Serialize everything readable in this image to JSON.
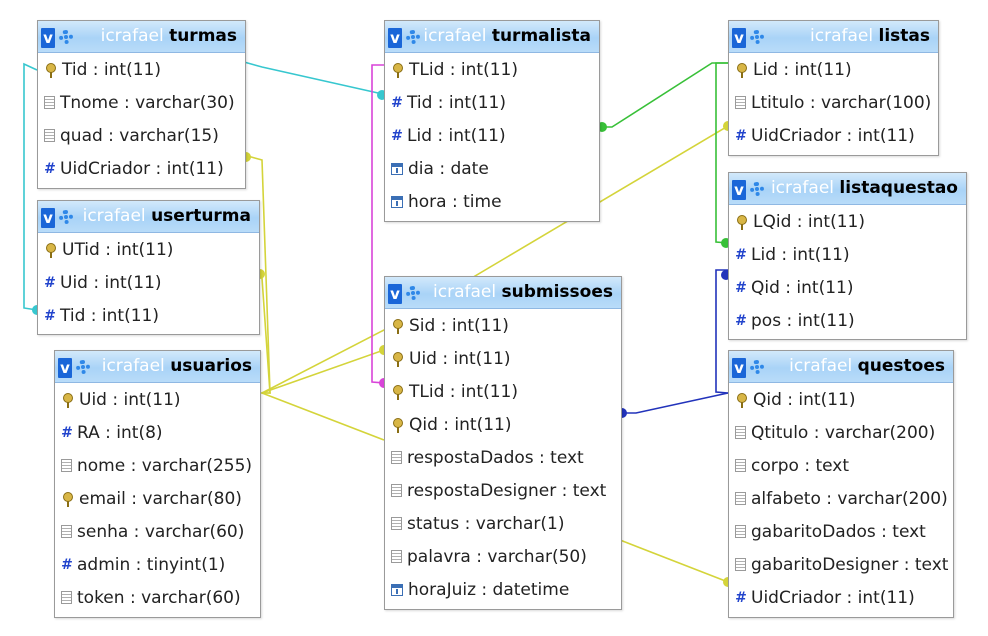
{
  "colors": {
    "cyan": "#37c7cf",
    "yellow": "#d4d43a",
    "magenta": "#d944d9",
    "green": "#38c038",
    "navy": "#2233bb"
  },
  "icons": {
    "primary": "key-icon",
    "numeric": "hash-icon",
    "text": "text-field-icon",
    "date": "calendar-icon"
  },
  "tables": [
    {
      "id": "turmas",
      "db": "icrafael",
      "name": "turmas",
      "columns": [
        {
          "icon": "key",
          "text": "Tid : int(11)"
        },
        {
          "icon": "txt",
          "text": "Tnome : varchar(30)"
        },
        {
          "icon": "txt",
          "text": "quad : varchar(15)"
        },
        {
          "icon": "num",
          "text": "UidCriador : int(11)"
        }
      ]
    },
    {
      "id": "userturma",
      "db": "icrafael",
      "name": "userturma",
      "columns": [
        {
          "icon": "key",
          "text": "UTid : int(11)"
        },
        {
          "icon": "num",
          "text": "Uid : int(11)"
        },
        {
          "icon": "num",
          "text": "Tid : int(11)"
        }
      ]
    },
    {
      "id": "usuarios",
      "db": "icrafael",
      "name": "usuarios",
      "columns": [
        {
          "icon": "key",
          "text": "Uid : int(11)"
        },
        {
          "icon": "num",
          "text": "RA : int(8)"
        },
        {
          "icon": "txt",
          "text": "nome : varchar(255)"
        },
        {
          "icon": "key",
          "text": "email : varchar(80)"
        },
        {
          "icon": "txt",
          "text": "senha : varchar(60)"
        },
        {
          "icon": "num",
          "text": "admin : tinyint(1)"
        },
        {
          "icon": "txt",
          "text": "token : varchar(60)"
        }
      ]
    },
    {
      "id": "turmalista",
      "db": "icrafael",
      "name": "turmalista",
      "columns": [
        {
          "icon": "key",
          "text": "TLid : int(11)"
        },
        {
          "icon": "num",
          "text": "Tid : int(11)"
        },
        {
          "icon": "num",
          "text": "Lid : int(11)"
        },
        {
          "icon": "date",
          "text": "dia : date"
        },
        {
          "icon": "date",
          "text": "hora : time"
        }
      ]
    },
    {
      "id": "submissoes",
      "db": "icrafael",
      "name": "submissoes",
      "columns": [
        {
          "icon": "key",
          "text": "Sid : int(11)"
        },
        {
          "icon": "key",
          "text": "Uid : int(11)"
        },
        {
          "icon": "key",
          "text": "TLid : int(11)"
        },
        {
          "icon": "key",
          "text": "Qid : int(11)"
        },
        {
          "icon": "txt",
          "text": "respostaDados : text"
        },
        {
          "icon": "txt",
          "text": "respostaDesigner : text"
        },
        {
          "icon": "txt",
          "text": "status : varchar(1)"
        },
        {
          "icon": "txt",
          "text": "palavra : varchar(50)"
        },
        {
          "icon": "date",
          "text": "horaJuiz : datetime"
        }
      ]
    },
    {
      "id": "listas",
      "db": "icrafael",
      "name": "listas",
      "columns": [
        {
          "icon": "key",
          "text": "Lid : int(11)"
        },
        {
          "icon": "txt",
          "text": "Ltitulo : varchar(100)"
        },
        {
          "icon": "num",
          "text": "UidCriador : int(11)"
        }
      ]
    },
    {
      "id": "listaquestao",
      "db": "icrafael",
      "name": "listaquestao",
      "columns": [
        {
          "icon": "key",
          "text": "LQid : int(11)"
        },
        {
          "icon": "num",
          "text": "Lid : int(11)"
        },
        {
          "icon": "num",
          "text": "Qid : int(11)"
        },
        {
          "icon": "num",
          "text": "pos : int(11)"
        }
      ]
    },
    {
      "id": "questoes",
      "db": "icrafael",
      "name": "questoes",
      "columns": [
        {
          "icon": "key",
          "text": "Qid : int(11)"
        },
        {
          "icon": "txt",
          "text": "Qtitulo : varchar(200)"
        },
        {
          "icon": "txt",
          "text": "corpo : text"
        },
        {
          "icon": "txt",
          "text": "alfabeto : varchar(200)"
        },
        {
          "icon": "txt",
          "text": "gabaritoDados : text"
        },
        {
          "icon": "txt",
          "text": "gabaritoDesigner : text"
        },
        {
          "icon": "num",
          "text": "UidCriador : int(11)"
        }
      ]
    }
  ],
  "relations": [
    {
      "from": "userturma.Tid",
      "to": "turmas.Tid",
      "color": "cyan"
    },
    {
      "from": "turmalista.Tid",
      "to": "turmas.Tid",
      "color": "cyan"
    },
    {
      "from": "turmas.UidCriador",
      "to": "usuarios.Uid",
      "color": "yellow"
    },
    {
      "from": "userturma.Uid",
      "to": "usuarios.Uid",
      "color": "yellow"
    },
    {
      "from": "listas.UidCriador",
      "to": "usuarios.Uid",
      "color": "yellow"
    },
    {
      "from": "submissoes.Uid",
      "to": "usuarios.Uid",
      "color": "yellow"
    },
    {
      "from": "questoes.UidCriador",
      "to": "usuarios.Uid",
      "color": "yellow"
    },
    {
      "from": "submissoes.TLid",
      "to": "turmalista.TLid",
      "color": "magenta"
    },
    {
      "from": "turmalista.Lid",
      "to": "listas.Lid",
      "color": "green"
    },
    {
      "from": "listaquestao.Lid",
      "to": "listas.Lid",
      "color": "green"
    },
    {
      "from": "listaquestao.Qid",
      "to": "questoes.Qid",
      "color": "navy"
    },
    {
      "from": "submissoes.Qid",
      "to": "questoes.Qid",
      "color": "navy"
    }
  ]
}
